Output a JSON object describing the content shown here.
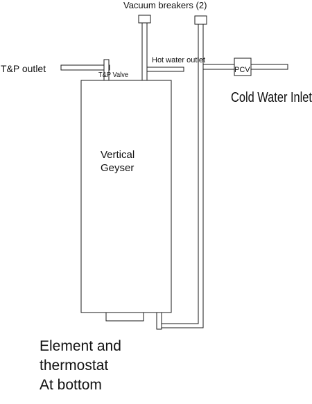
{
  "labels": {
    "vacuum_breakers": "Vacuum breakers (2)",
    "tp_outlet": "T&P outlet",
    "tp_valve": "T&P Valve",
    "hot_water_outlet": "Hot water outlet",
    "pcv": "PCV",
    "cold_water_inlet": "Cold Water Inlet",
    "geyser_line1": "Vertical",
    "geyser_line2": "Geyser",
    "element_line1": "Element and",
    "element_line2": "thermostat",
    "element_line3": "At bottom"
  },
  "colors": {
    "line": "#1a1a1a",
    "fill": "#ffffff",
    "text": "#111111"
  }
}
